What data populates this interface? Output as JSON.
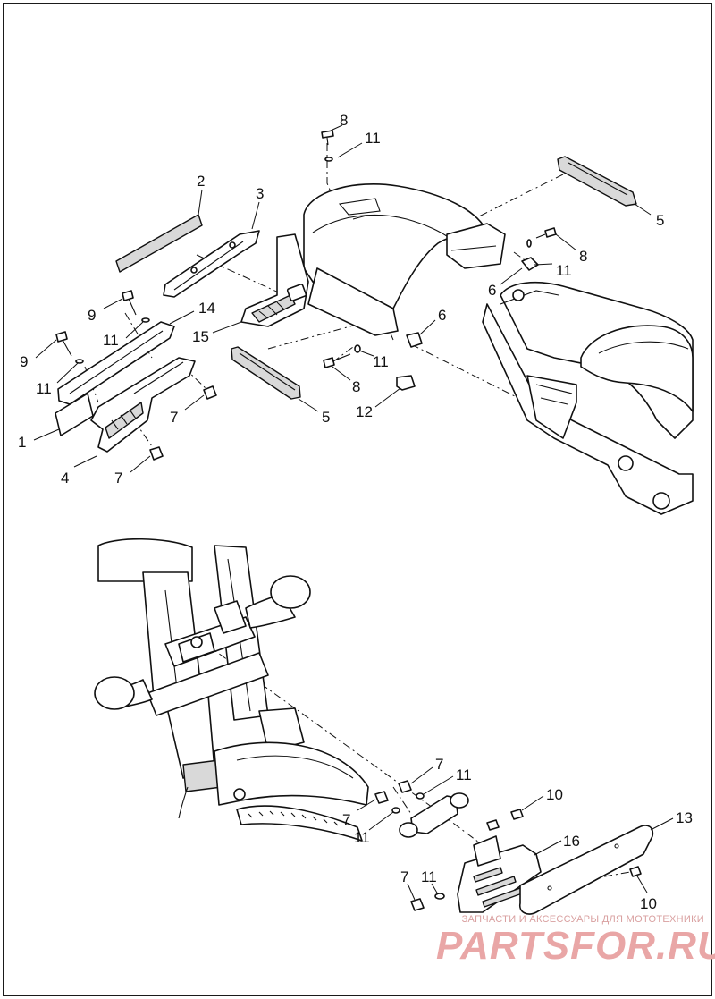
{
  "callouts": {
    "c_8a": "8",
    "c_11a": "11",
    "c_2": "2",
    "c_3": "3",
    "c_5a": "5",
    "c_8b": "8",
    "c_11b": "11",
    "c_6a": "6",
    "c_14": "14",
    "c_9a": "9",
    "c_6b": "6",
    "c_11c": "11",
    "c_15": "15",
    "c_9b": "9",
    "c_11d": "11",
    "c_8c": "8",
    "c_11e": "11",
    "c_7a": "7",
    "c_5b": "5",
    "c_1": "1",
    "c_12": "12",
    "c_4": "4",
    "c_7b": "7",
    "c_7c": "7",
    "c_11f": "11",
    "c_10a": "10",
    "c_7d": "7",
    "c_11g": "11",
    "c_13": "13",
    "c_16": "16",
    "c_7e": "7",
    "c_11h": "11",
    "c_10b": "10"
  },
  "watermark": {
    "tagline": "ЗАПЧАСТИ И АКСЕССУАРЫ ДЛЯ МОТОТЕХНИКИ",
    "logo": "PARTSFOR.RU"
  }
}
